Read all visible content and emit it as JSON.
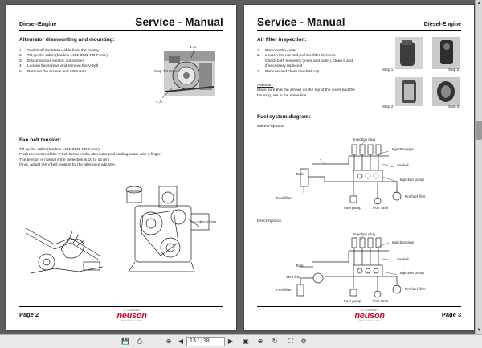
{
  "left_page": {
    "header_small": "Diesel-Engine",
    "header_big": "Service - Manual",
    "section1_title": "Alternator dismounting and mounting:",
    "steps": [
      {
        "num": "1.",
        "text": "Switch off the Mass-cable from the battery"
      },
      {
        "num": "2.",
        "text": "Tilt up the cabin (Models 1402-3602 RD Force)"
      },
      {
        "num": "3.",
        "text": "Disconnect all electric connectors"
      },
      {
        "num": "4.",
        "text": "Loosen the screws and remove the V-belt"
      },
      {
        "num": "5.",
        "text": "Remove the screws and alternator"
      }
    ],
    "photo_label_top": "4.,5.",
    "photo_label_step": "Step 3/4",
    "photo_label_bottom": "4.,5.",
    "section2_title": "Fan belt tension:",
    "fan_text": [
      "Tilt up the cabin (Models 1402-3602 RD Force)",
      "Push the center of the V belt between the alternator and cooling water with a finger.",
      "The tension is normal if the deflection is 10 to 15 mm.",
      "If not, adjust the V belt tension by the alternator adjuster."
    ],
    "dimension_label": "10 ~ 15 mm",
    "footer_page": "Page 2"
  },
  "right_page": {
    "header_big": "Service - Manual",
    "header_small": "Diesel-Engine",
    "section1_title": "Air filter inspection:",
    "steps": [
      {
        "num": "1.",
        "text": "Remove the cover"
      },
      {
        "num": "2.",
        "text": "Loosen the nut and pull the filter element."
      },
      {
        "num": "",
        "text": "Check both elements (inner and outer), clean it and"
      },
      {
        "num": "",
        "text": "if necessary replace it"
      },
      {
        "num": "3.",
        "text": "Remove and clean the dust cap"
      }
    ],
    "attention_title": "Attention:",
    "attention_text": [
      "Make sure that the arrows on the top of the cover and the",
      "housing, are in the same line"
    ],
    "step_labels": [
      "Step 1",
      "Step 2",
      "Step 2",
      "Step 3"
    ],
    "section2_title": "Fuel system diagram:",
    "indirect_label": "Indirect-injection",
    "direct_label": "Direct-injection",
    "diagram1_labels": {
      "injection_plug": "Injection plug",
      "injection_pipe": "Injection pipe",
      "leakoil": "Leakoil",
      "injection_pump": "Injection pump",
      "tank": "Tank",
      "fuel_filter": "Fuel filter",
      "prefuel_filter": "Pre fuel filter",
      "fuel_pump": "Fuel pump",
      "port_tank": "Port Tank"
    },
    "diagram2_labels": {
      "injection_plug": "Injection plug",
      "injection_pipe": "Injection pipe",
      "leakoil": "Leakoil",
      "injection_pump": "Injection pump",
      "tank": "Tank",
      "vent_line": "Vent line",
      "fuel_filter": "Fuel filter",
      "prefuel_filter": "Pre fuel filter",
      "fuel_pump": "Fuel pump",
      "port_tank": "Port Tank"
    },
    "footer_page": "Page 3"
  },
  "logo": {
    "company": "A  ·  COMPANY",
    "brand": "neuson",
    "sub": "Baumaschinen GmbH"
  },
  "toolbar": {
    "page_field": "13 / 118",
    "icons": [
      "save-icon",
      "print-icon",
      "zoom-out-icon",
      "page-input",
      "fit-page-icon",
      "zoom-in-icon",
      "rotate-icon",
      "fullscreen-icon"
    ]
  }
}
